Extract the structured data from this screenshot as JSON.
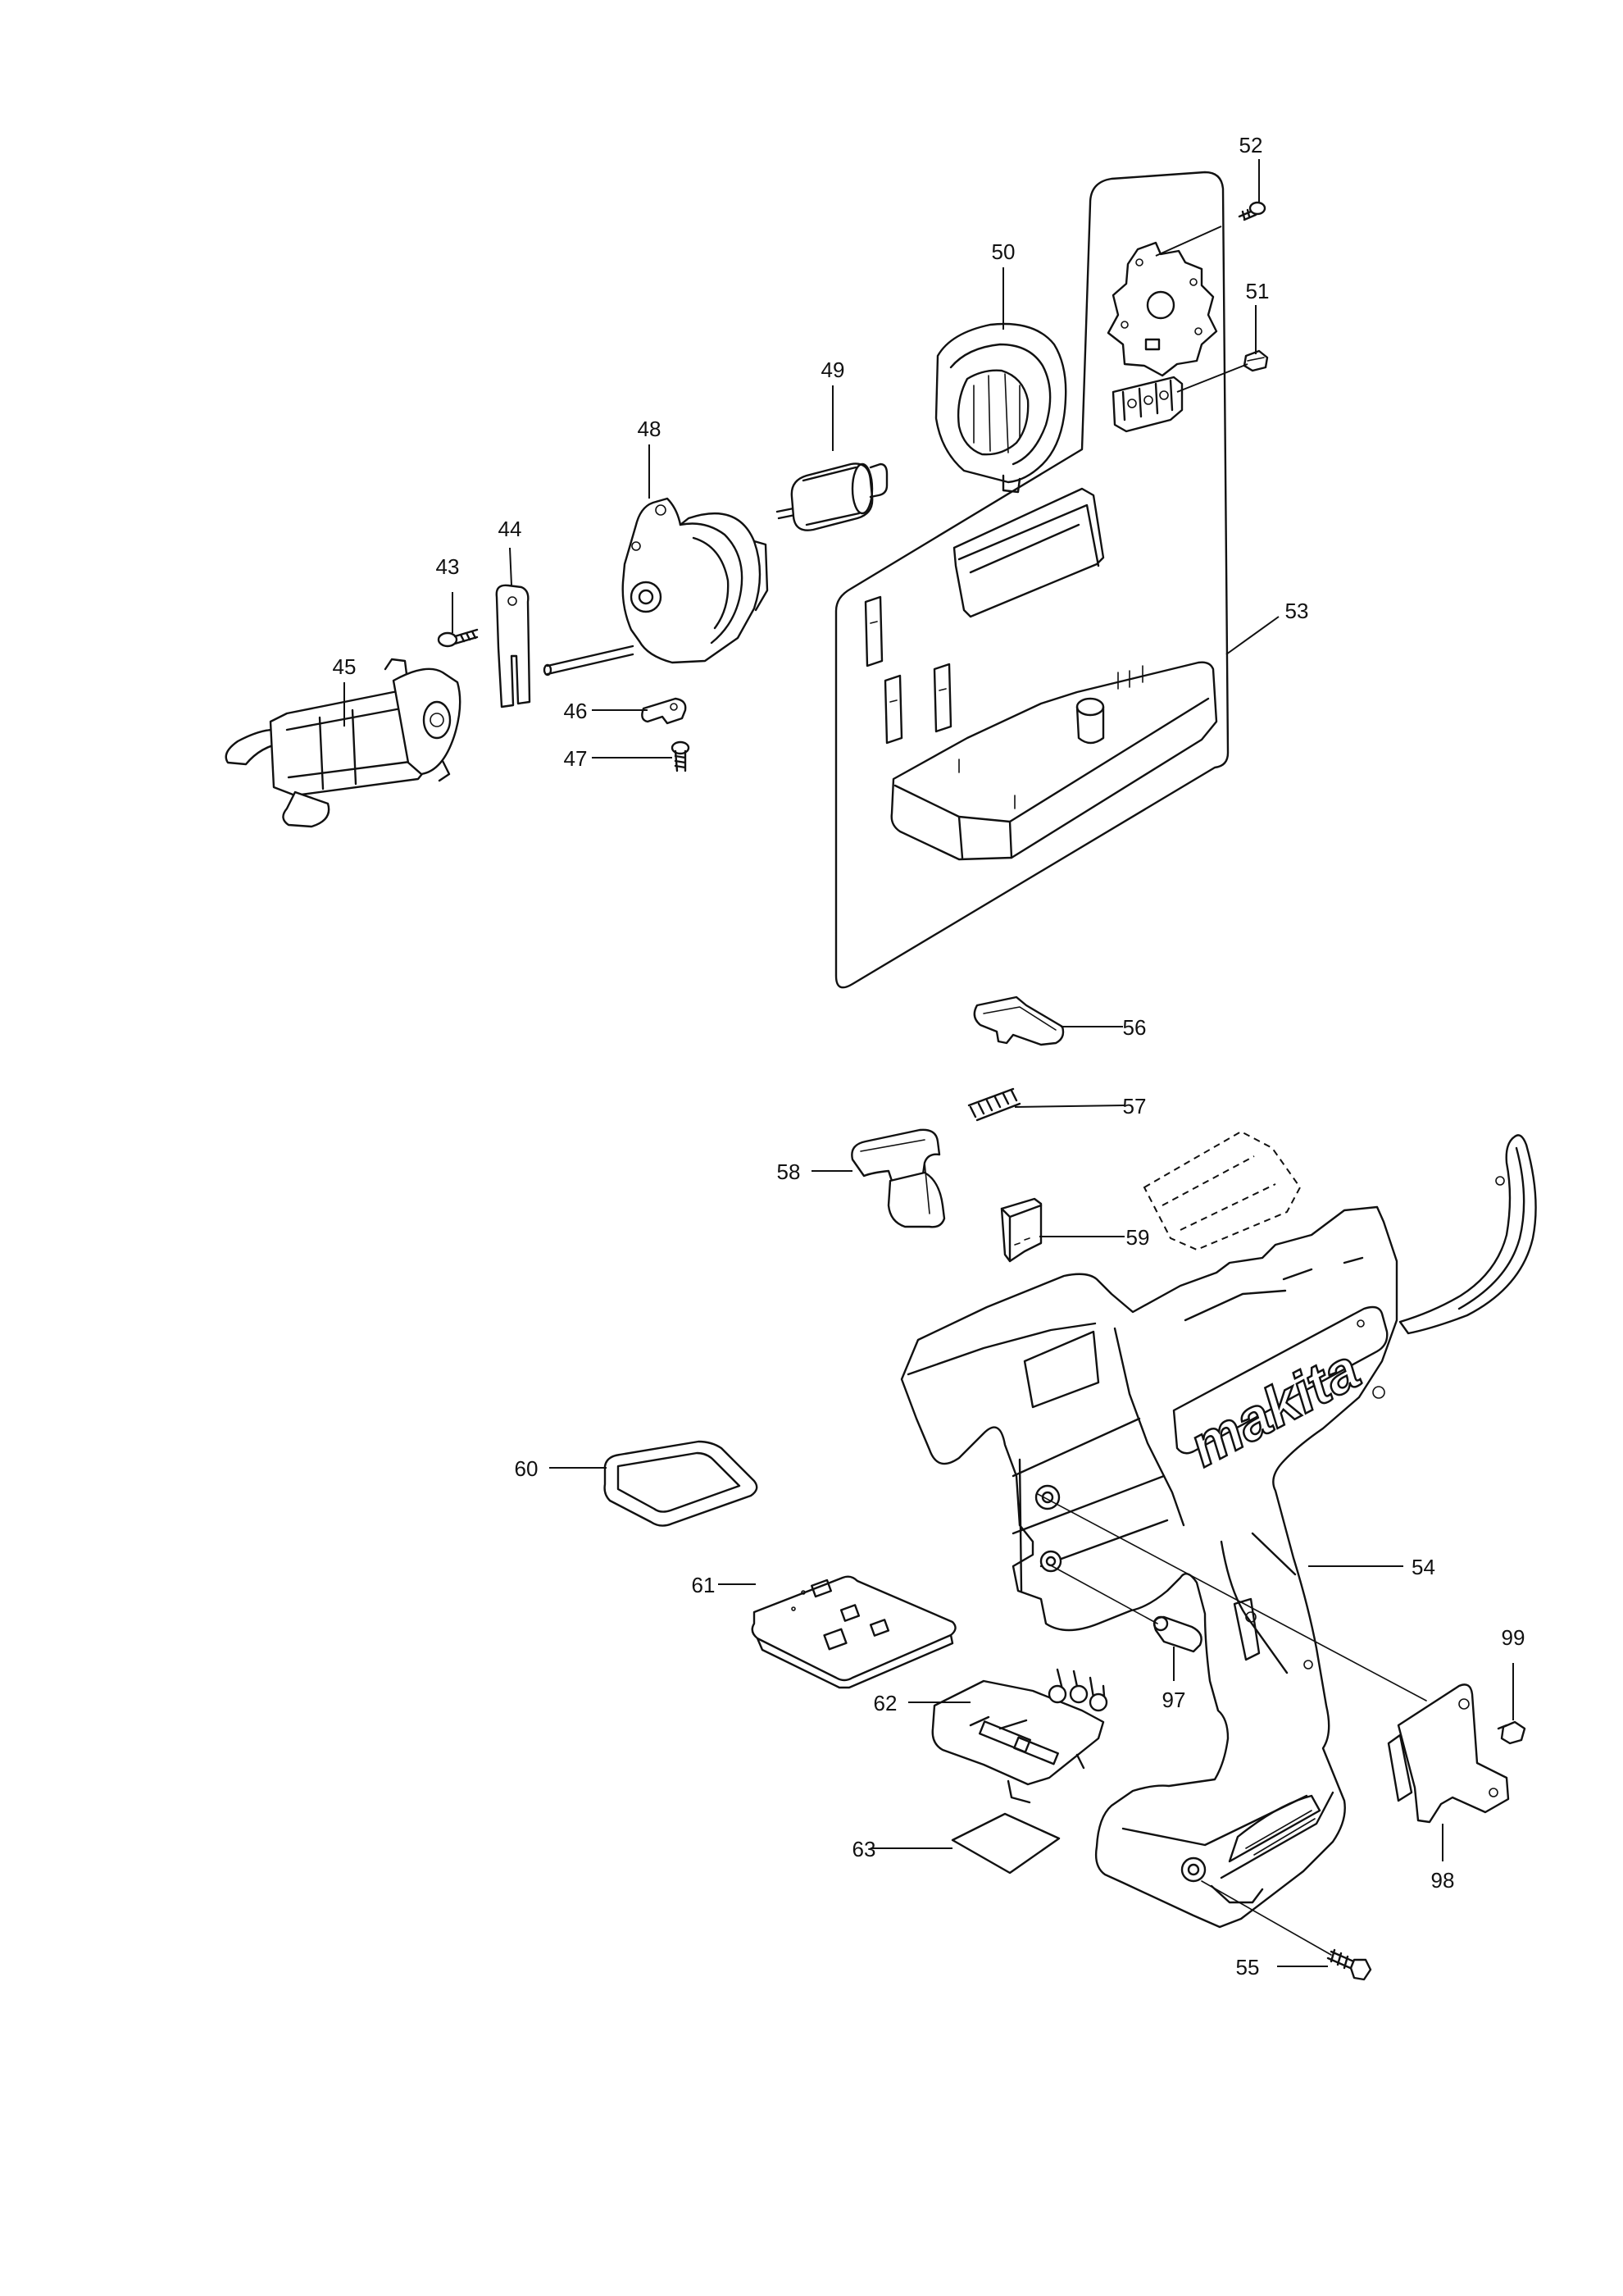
{
  "part_labels": {
    "p43": "43",
    "p44": "44",
    "p45": "45",
    "p46": "46",
    "p47": "47",
    "p48": "48",
    "p49": "49",
    "p50": "50",
    "p51": "51",
    "p52": "52",
    "p53": "53",
    "p54": "54",
    "p55": "55",
    "p56": "56",
    "p57": "57",
    "p58": "58",
    "p59": "59",
    "p60": "60",
    "p61": "61",
    "p62": "62",
    "p63": "63",
    "p97": "97",
    "p98": "98",
    "p99": "99"
  },
  "housing_logo_text": "makita",
  "line_color": "#111111",
  "background_color": "#ffffff"
}
